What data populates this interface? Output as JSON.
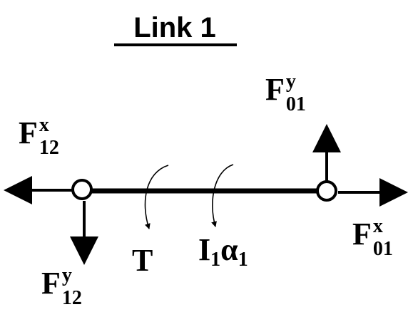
{
  "title": "Link 1",
  "colors": {
    "ink": "#000000",
    "background": "#ffffff"
  },
  "labels": {
    "f12x": {
      "main": "F",
      "sup": "x",
      "sub": "12"
    },
    "f12y": {
      "main": "F",
      "sup": "y",
      "sub": "12"
    },
    "f01y": {
      "main": "F",
      "sup": "y",
      "sub": "01"
    },
    "f01x": {
      "main": "F",
      "sup": "x",
      "sub": "01"
    },
    "torque": {
      "main": "T"
    },
    "inertia": {
      "i": "I",
      "i_sub": "1",
      "alpha": "α",
      "alpha_sub": "1"
    }
  }
}
